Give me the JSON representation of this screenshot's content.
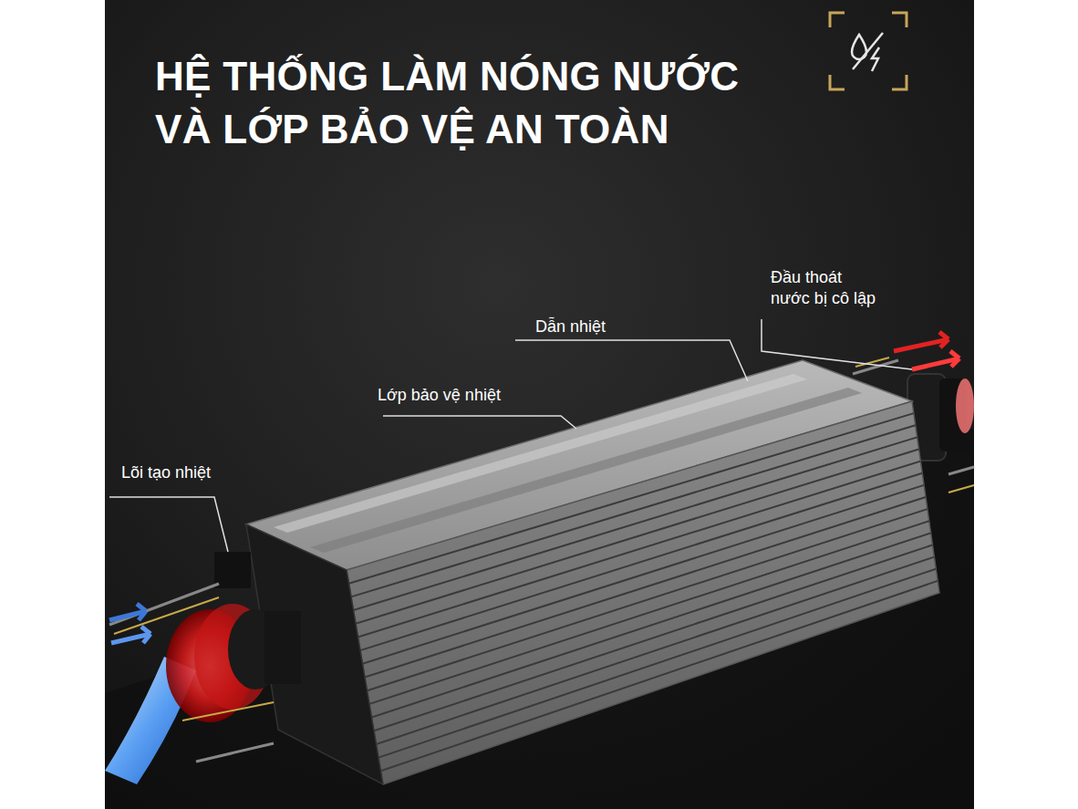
{
  "diagram": {
    "title": "HỆ THỐNG LÀM NÓNG NƯỚC VÀ LỚP BẢO VỆ AN TOÀN",
    "labels": [
      "Đầu thoát nước bị cô lập",
      "Dẫn nhiệt",
      "Lớp bảo vệ nhiệt",
      "Lõi tạo nhiệt"
    ]
  }
}
